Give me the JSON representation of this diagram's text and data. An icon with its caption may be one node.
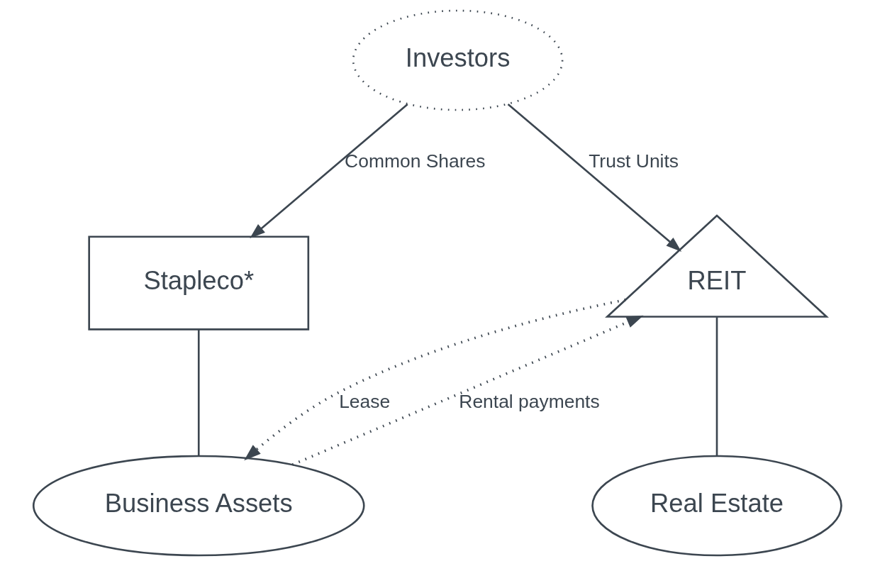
{
  "diagram": {
    "nodes": [
      {
        "text": [
          "Investors"
        ]
      },
      {
        "text": [
          "REIT"
        ]
      },
      {
        "text": [
          "Stapleco*"
        ]
      },
      {
        "text": [
          "Business Assets"
        ]
      },
      {
        "text": [
          "Real Estate"
        ]
      }
    ],
    "edges": [
      {
        "from": 0,
        "to": 2,
        "arrow": "to",
        "label": "Common Shares"
      },
      {
        "from": 0,
        "to": 1,
        "arrow": "to",
        "label": "Trust Units"
      },
      {
        "from": 2,
        "to": 3,
        "arrow": "none"
      },
      {
        "from": 1,
        "to": 4,
        "arrow": "none"
      },
      {
        "from": 1,
        "to": 3,
        "arrow": "to",
        "label": "Lease",
        "style": "dashed"
      },
      {
        "from": 3,
        "to": 1,
        "arrow": "to",
        "label": "Rental payments",
        "style": "dashed"
      }
    ]
  }
}
